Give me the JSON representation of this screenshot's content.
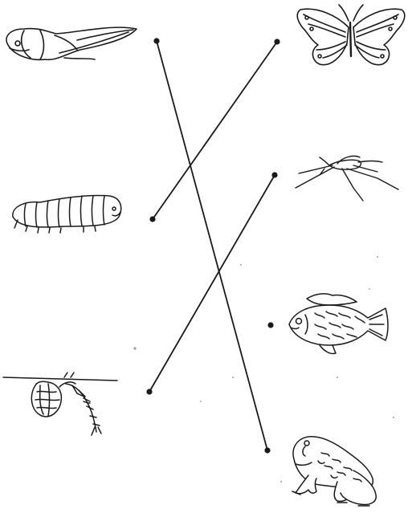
{
  "worksheet": {
    "type": "match-young-to-adult",
    "ink_color": "#1a1a1a",
    "background_color": "#ffffff",
    "left_column": [
      {
        "id": "tadpole",
        "icon": "tadpole-icon"
      },
      {
        "id": "caterpillar",
        "icon": "caterpillar-icon"
      },
      {
        "id": "mosquito-larva",
        "icon": "mosquito-larva-icon"
      }
    ],
    "right_column": [
      {
        "id": "butterfly",
        "icon": "butterfly-icon"
      },
      {
        "id": "mosquito",
        "icon": "mosquito-icon"
      },
      {
        "id": "fish",
        "icon": "fish-icon"
      },
      {
        "id": "frog",
        "icon": "frog-icon"
      }
    ],
    "matches": [
      {
        "from": "tadpole",
        "to": "frog"
      },
      {
        "from": "caterpillar",
        "to": "butterfly"
      },
      {
        "from": "mosquito-larva",
        "to": "mosquito"
      }
    ]
  }
}
